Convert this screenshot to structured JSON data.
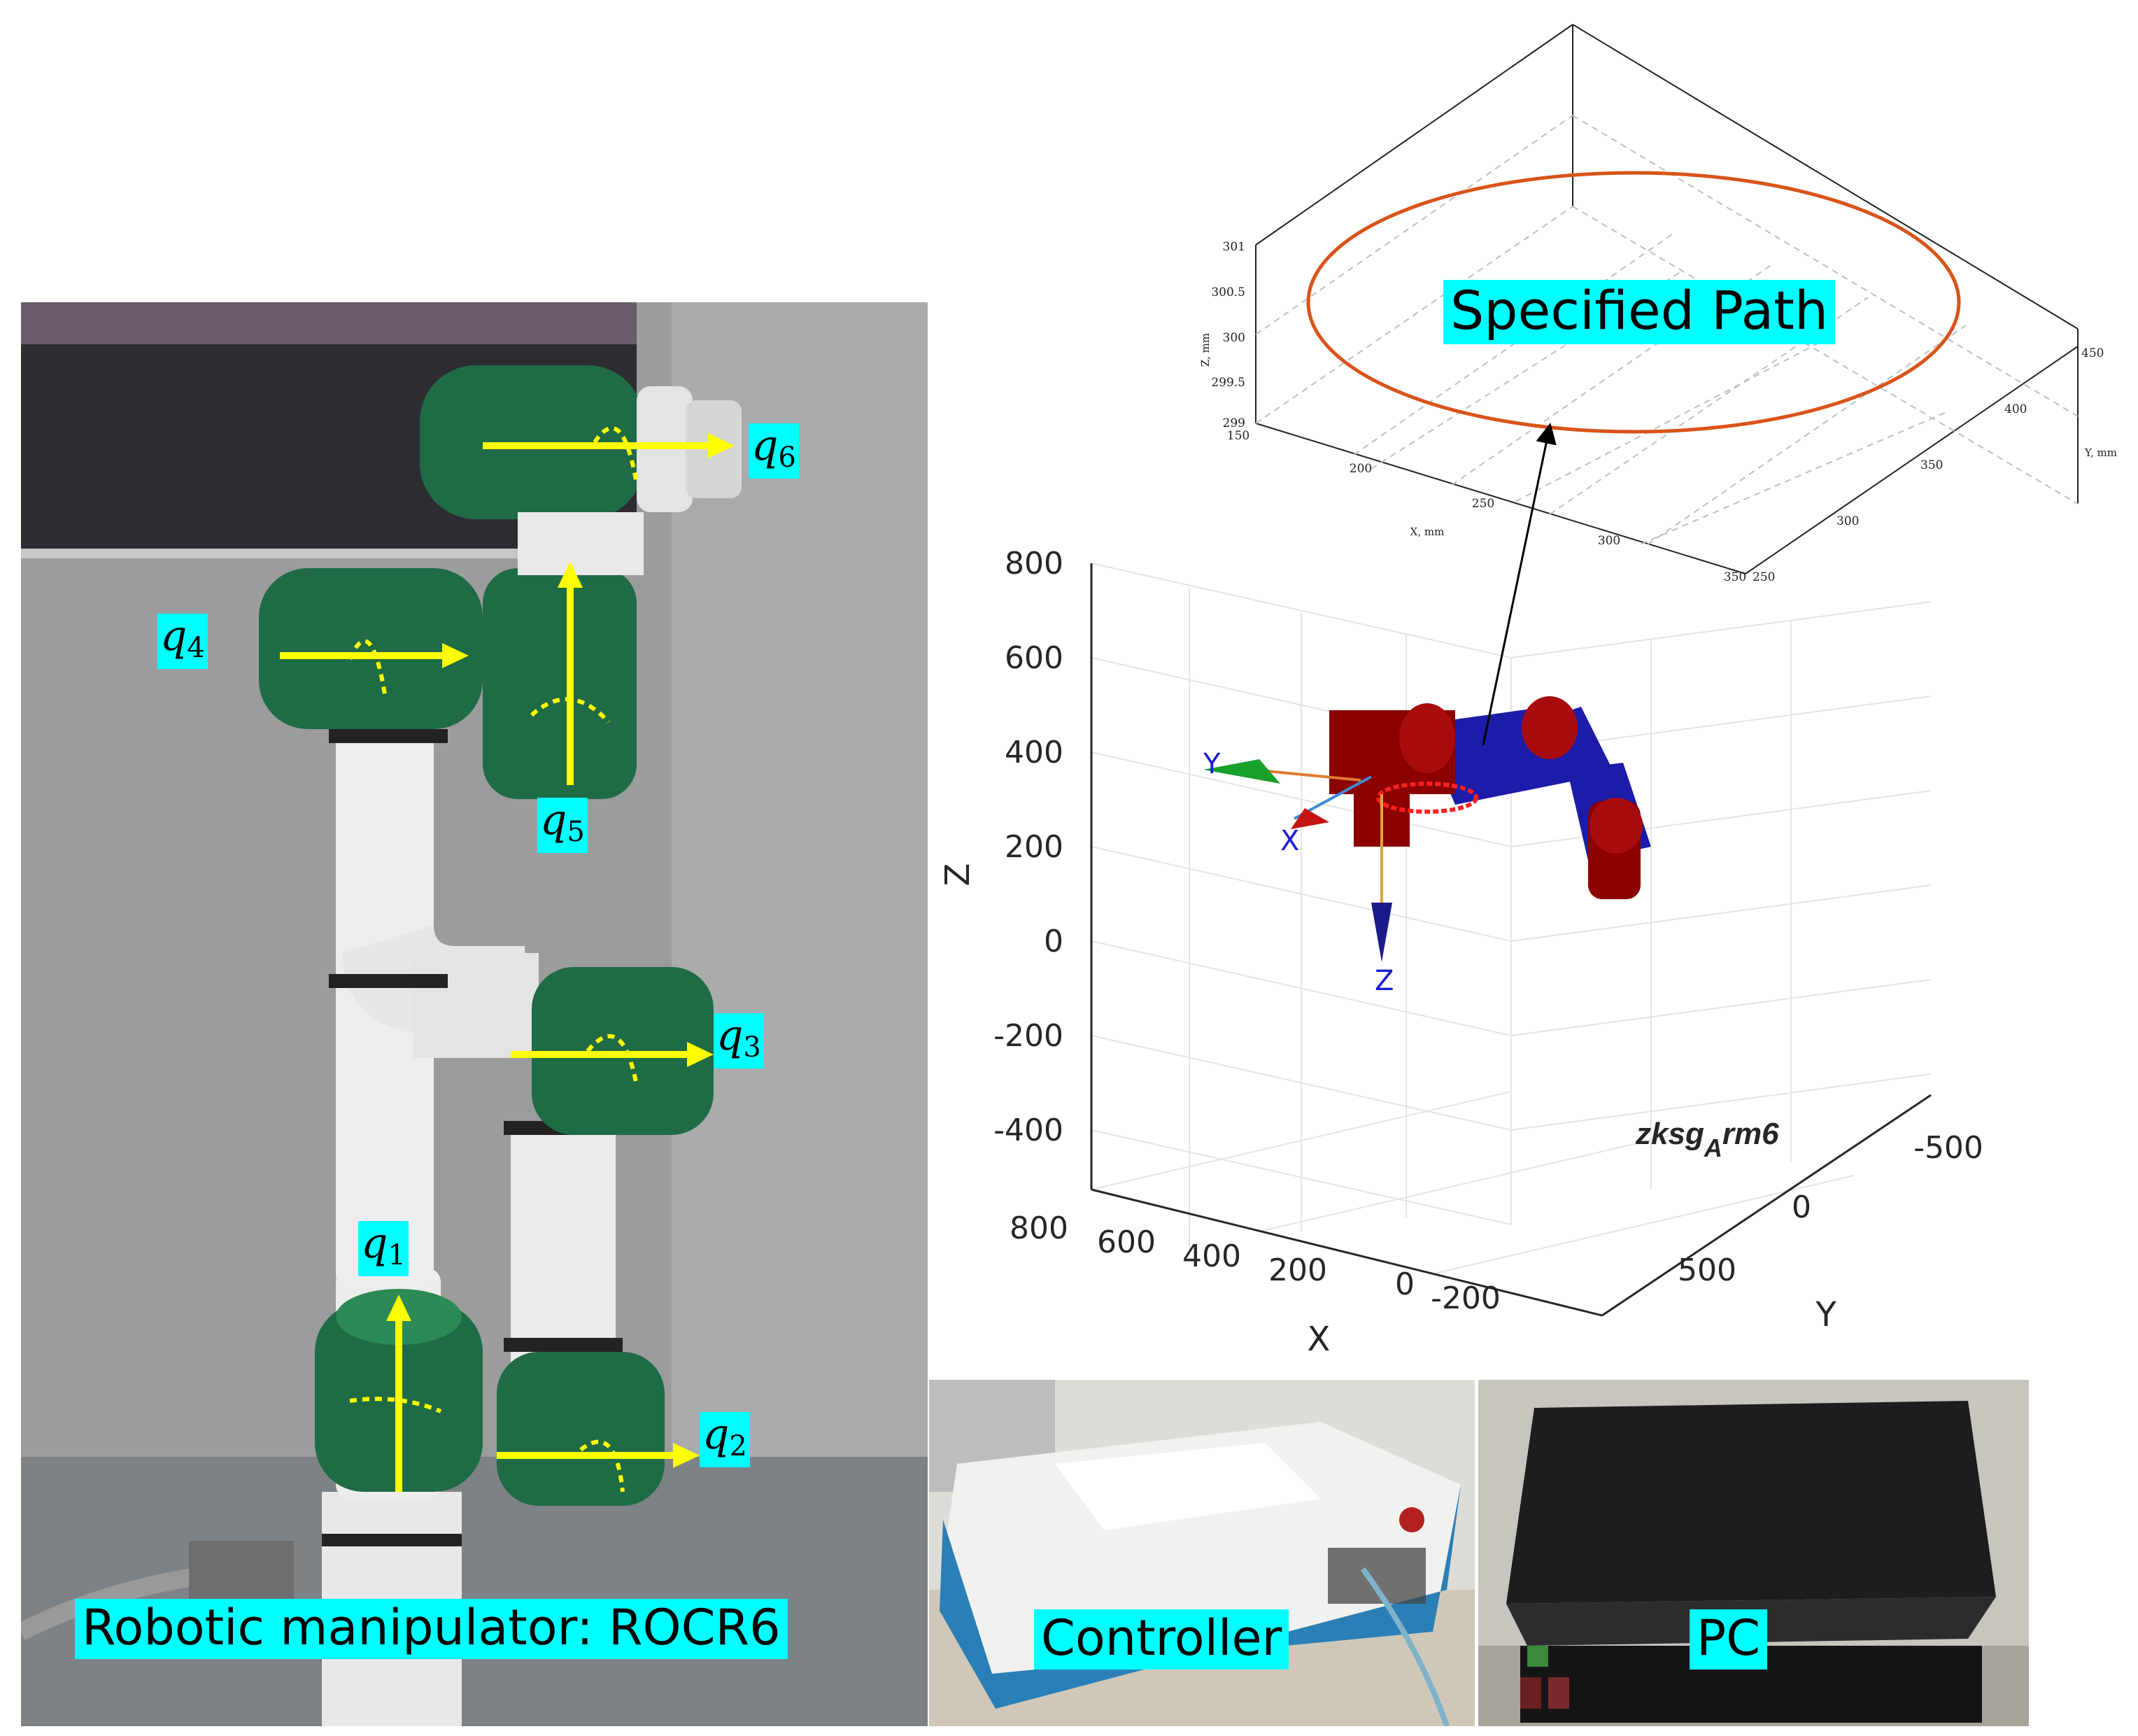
{
  "labels": {
    "robot": "Robotic manipulator: ROCR6",
    "controller": "Controller",
    "pc": "PC",
    "specified_path": "Specified Path"
  },
  "joints": [
    {
      "base": "q",
      "sub": "1"
    },
    {
      "base": "q",
      "sub": "2"
    },
    {
      "base": "q",
      "sub": "3"
    },
    {
      "base": "q",
      "sub": "4"
    },
    {
      "base": "q",
      "sub": "5"
    },
    {
      "base": "q",
      "sub": "6"
    }
  ],
  "sim_plot": {
    "z_ticks": [
      "800",
      "600",
      "400",
      "200",
      "0",
      "-200",
      "-400"
    ],
    "x_ticks": [
      "800",
      "600",
      "400",
      "200",
      "0"
    ],
    "y_ticks": [
      "-500",
      "0",
      "500"
    ],
    "y_extra_tick": "-200",
    "x_label": "X",
    "y_label": "Y",
    "z_label": "Z",
    "model_name_main": "zksg",
    "model_name_sub": "A",
    "model_name_rest": "rm6",
    "frame_x": "X",
    "frame_y": "Y",
    "frame_z": "Z"
  },
  "path_plot": {
    "z_ticks": [
      "301",
      "300.5",
      "300",
      "299.5",
      "299"
    ],
    "x_ticks": [
      "150",
      "200",
      "250",
      "300",
      "350"
    ],
    "y_ticks": [
      "250",
      "300",
      "350",
      "400",
      "450"
    ],
    "z_label": "Z, mm",
    "x_label": "X, mm",
    "y_label": "Y, mm"
  },
  "colors": {
    "label_bg": "#00ffff",
    "joint_arrow": "#ffff00",
    "path_ellipse": "#d95319",
    "robot_green": "#1f6b46",
    "link_red": "#8b0000",
    "link_blue": "#1c1ca8"
  }
}
